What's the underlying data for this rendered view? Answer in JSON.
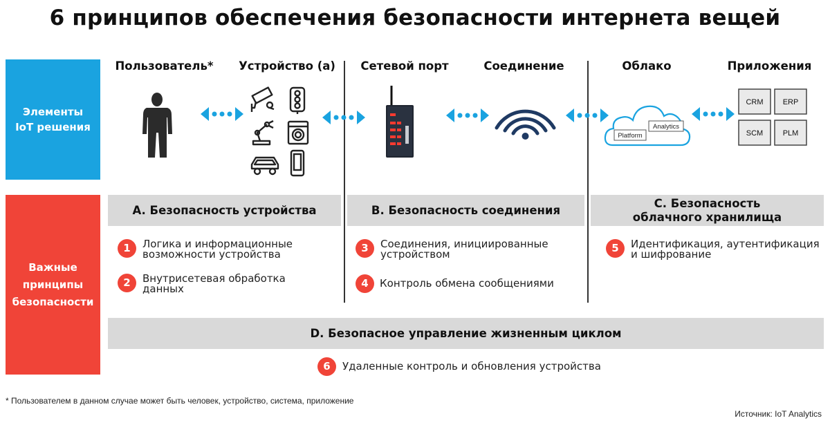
{
  "title": "6 принципов обеспечения безопасности интернета вещей",
  "rows": {
    "elements": "Элементы\nIoT решения",
    "principles": "Важные\nпринципы\nбезопасности"
  },
  "columns": [
    "Пользователь*",
    "Устройство (а)",
    "Сетевой порт",
    "Соединение",
    "Облако",
    "Приложения"
  ],
  "cloud": {
    "platform": "Platform",
    "analytics": "Analytics"
  },
  "apps": [
    "CRM",
    "ERP",
    "SCM",
    "PLM"
  ],
  "sections": {
    "a": "A. Безопасность устройства",
    "b": "B. Безопасность соединения",
    "c": "C. Безопасность\nоблачного хранилища",
    "d": "D. Безопасное управление жизненным циклом"
  },
  "principles": [
    {
      "n": "1",
      "text": "Логика и информационные\nвозможности устройства"
    },
    {
      "n": "2",
      "text": "Внутрисетевая обработка\nданных"
    },
    {
      "n": "3",
      "text": "Соединения, инициированные\nустройством"
    },
    {
      "n": "4",
      "text": "Контроль обмена сообщениями"
    },
    {
      "n": "5",
      "text": "Идентификация, аутентификация\nи шифрование"
    },
    {
      "n": "6",
      "text": "Удаленные контроль и обновления устройства"
    }
  ],
  "footnote": "* Пользователем в данном случае  может быть человек, устройство, система, приложение",
  "source": "Источник: IoT Analytics",
  "colors": {
    "blue": "#1aa3e0",
    "red": "#f04438",
    "gray": "#d9d9d9",
    "dark": "#333333"
  },
  "icons": [
    "person-icon",
    "camera-icon",
    "traffic-light-icon",
    "robot-arm-icon",
    "washing-machine-icon",
    "car-icon",
    "phone-icon",
    "gateway-icon",
    "wifi-icon",
    "cloud-icon",
    "bidirectional-arrow-icon"
  ]
}
